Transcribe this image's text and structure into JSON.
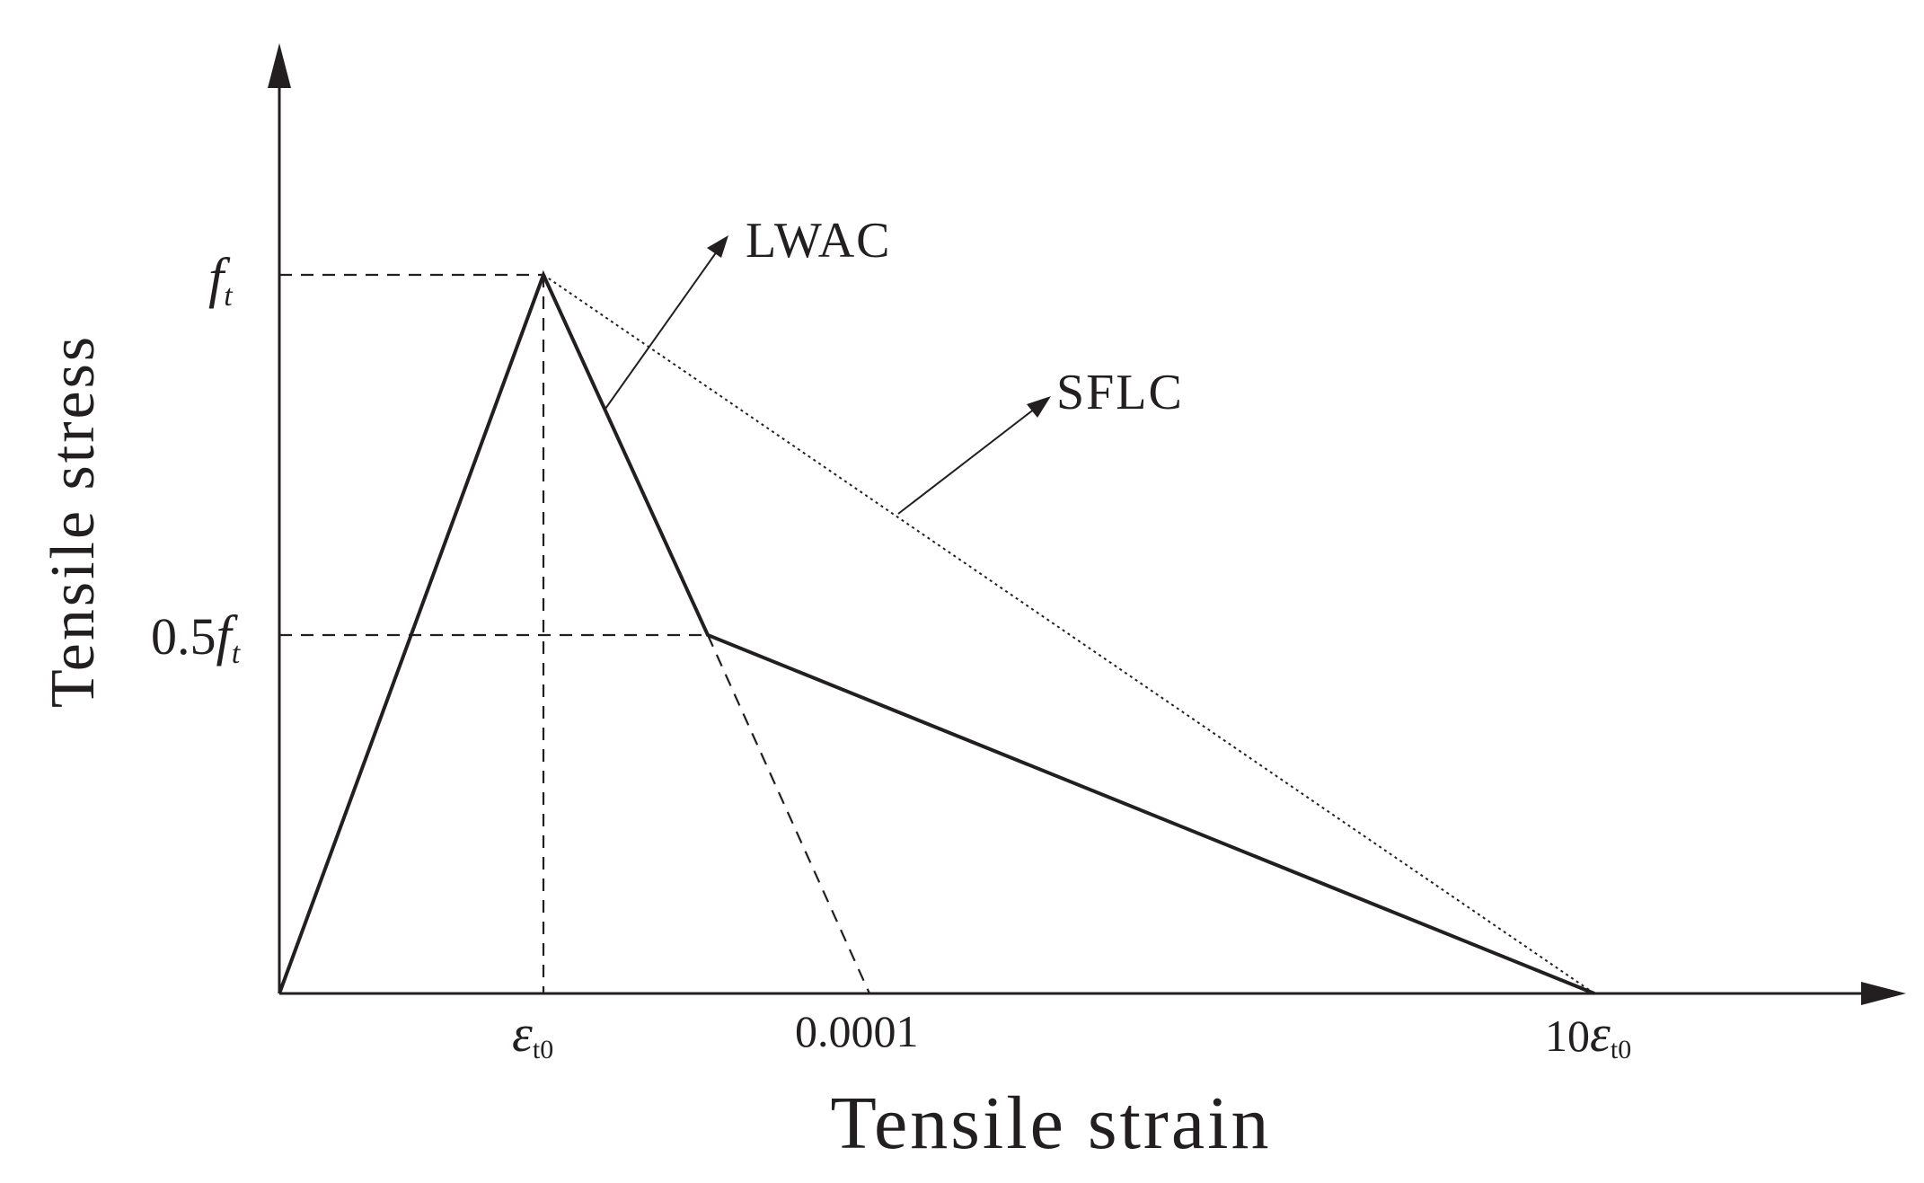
{
  "axes": {
    "x_label": "Tensile strain",
    "y_label": "Tensile stress"
  },
  "y_ticks": {
    "ft": {
      "base": "f",
      "sub": "t"
    },
    "half_ft": {
      "prefix": "0.5",
      "base": "f",
      "sub": "t"
    }
  },
  "x_ticks": {
    "eps_t0": {
      "base": "ε",
      "sub": "t0"
    },
    "limit": "0.0001",
    "ten_eps_t0": {
      "prefix": "10",
      "base": "ε",
      "sub": "t0"
    }
  },
  "curves": {
    "lwac": {
      "label": "LWAC"
    },
    "sflc": {
      "label": "SFLC"
    }
  },
  "colors": {
    "ink": "#231f20",
    "background": "#ffffff"
  }
}
